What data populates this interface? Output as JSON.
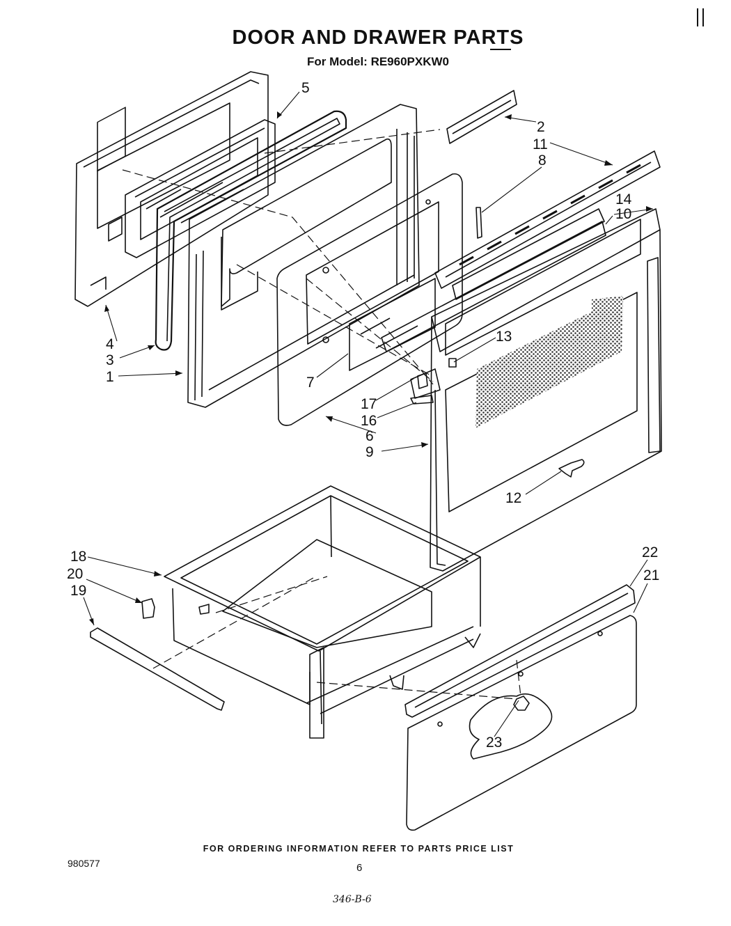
{
  "header": {
    "title": "DOOR AND DRAWER PARTS",
    "model_line": "For Model: RE960PXKW0"
  },
  "footer": {
    "ordering_note": "FOR ORDERING INFORMATION REFER TO PARTS PRICE LIST",
    "document_number": "980577",
    "page_number": "6",
    "handwritten_ref": "346-B-6"
  },
  "callouts": [
    "1",
    "2",
    "3",
    "4",
    "5",
    "6",
    "7",
    "8",
    "9",
    "10",
    "11",
    "12",
    "13",
    "14",
    "16",
    "17",
    "18",
    "19",
    "20",
    "21",
    "22",
    "23"
  ],
  "colors": {
    "line": "#111111",
    "paper": "#ffffff",
    "screen": "#8a8a8a"
  }
}
